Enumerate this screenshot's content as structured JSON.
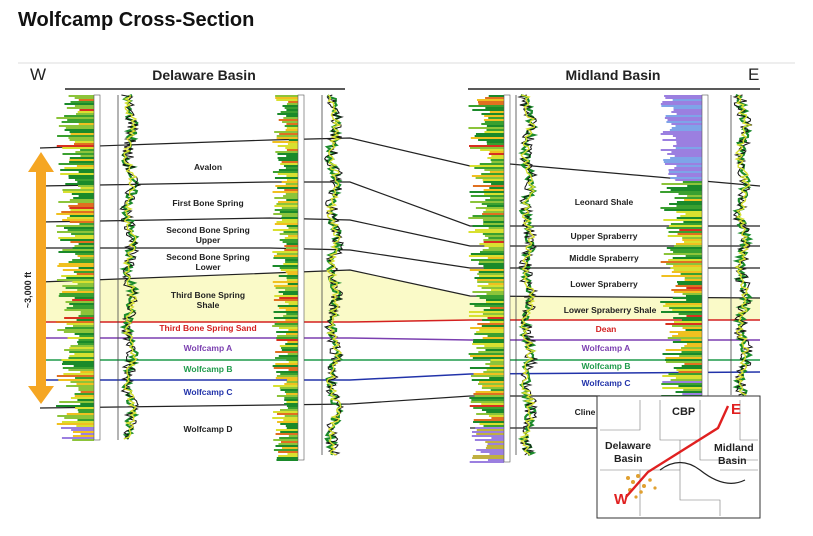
{
  "title": "Wolfcamp Cross-Section",
  "direction": {
    "west": "W",
    "east": "E"
  },
  "basins": {
    "delaware": "Delaware Basin",
    "midland": "Midland Basin"
  },
  "thickness_label": "~3,000 ft",
  "delaware_units": [
    {
      "name": "Avalon",
      "color": "#222222"
    },
    {
      "name": "First Bone Spring",
      "color": "#222222"
    },
    {
      "name": "Second Bone Spring Upper",
      "line1": "Second Bone Spring",
      "line2": "Upper",
      "color": "#222222"
    },
    {
      "name": "Second Bone Spring Lower",
      "line1": "Second Bone Spring",
      "line2": "Lower",
      "color": "#222222"
    },
    {
      "name": "Third Bone Spring Shale",
      "line1": "Third Bone Spring",
      "line2": "Shale",
      "color": "#222222"
    },
    {
      "name": "Third Bone Spring Sand",
      "color": "#d42020"
    },
    {
      "name": "Wolfcamp A",
      "color": "#7b3fb0"
    },
    {
      "name": "Wolfcamp B",
      "color": "#1e9a4a"
    },
    {
      "name": "Wolfcamp C",
      "color": "#2233aa"
    },
    {
      "name": "Wolfcamp D",
      "color": "#222222"
    }
  ],
  "midland_units": [
    {
      "name": "Leonard Shale",
      "color": "#222222"
    },
    {
      "name": "Upper Spraberry",
      "color": "#222222"
    },
    {
      "name": "Middle Spraberry",
      "color": "#222222"
    },
    {
      "name": "Lower Spraberry",
      "color": "#222222"
    },
    {
      "name": "Lower Spraberry Shale",
      "color": "#222222"
    },
    {
      "name": "Dean",
      "color": "#d42020"
    },
    {
      "name": "Wolfcamp A",
      "color": "#7b3fb0"
    },
    {
      "name": "Wolfcamp B",
      "color": "#1e9a4a"
    },
    {
      "name": "Wolfcamp C",
      "color": "#2233aa"
    },
    {
      "name": "Cline",
      "color": "#222222"
    }
  ],
  "inset_map": {
    "cbp": "CBP",
    "delaware_line1": "Delaware",
    "delaware_line2": "Basin",
    "midland_line1": "Midland",
    "midland_line2": "Basin",
    "west": "W",
    "east": "E"
  },
  "colors": {
    "arrow": "#f5a623",
    "shale_fill": "#fafac8",
    "red_line": "#d42020",
    "purple_line": "#7b3fb0",
    "green_line": "#1e9a4a",
    "blue_line": "#2233aa",
    "section_line": "#e02020"
  }
}
